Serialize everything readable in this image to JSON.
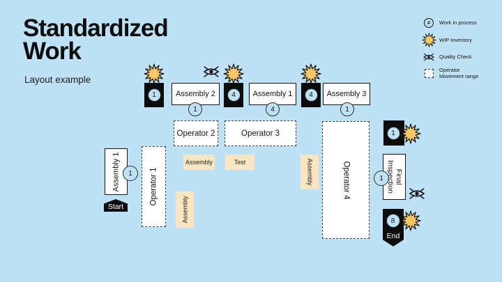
{
  "title": {
    "line1": "Standardized",
    "line2": "Work",
    "subtitle": "Layout example"
  },
  "legend": {
    "work_in_process": {
      "symbol": "#",
      "label": "Work in process"
    },
    "wip_inventory": {
      "label": "WIP Inventory"
    },
    "quality_check": {
      "label": "Quality Check"
    },
    "operator_range": {
      "label": "Operator\nMovement range"
    }
  },
  "stations": {
    "assembly2": "Assembly 2",
    "assembly1_top": "Assembly 1",
    "assembly3": "Assembly 3",
    "assembly1_left": "Assembly 1",
    "final_inspection": "Final Inspection"
  },
  "operators": {
    "op1": "Operator 1",
    "op2": "Operator 2",
    "op3": "Operator 3",
    "op4": "Operator 4"
  },
  "tasks": {
    "assembly_mid": "Assembly",
    "test": "Test",
    "assembly_right": "Assembly",
    "assembly_left": "Assembly"
  },
  "wip_counts": {
    "top1": "1",
    "top2": "4",
    "top3": "4",
    "right_top": "1",
    "end": "8"
  },
  "process_counts": {
    "assembly2": "1",
    "assembly1_top": "4",
    "assembly3": "1",
    "assembly1_left": "1",
    "final_inspection": "1"
  },
  "flow": {
    "start": "Start",
    "end": "End"
  },
  "colors": {
    "background": "#BEE1F5",
    "starburst_fill": "#F5C767",
    "task_fill": "#FAE6C2",
    "marker_fill": "#0C0C0C",
    "text": "#111111"
  }
}
